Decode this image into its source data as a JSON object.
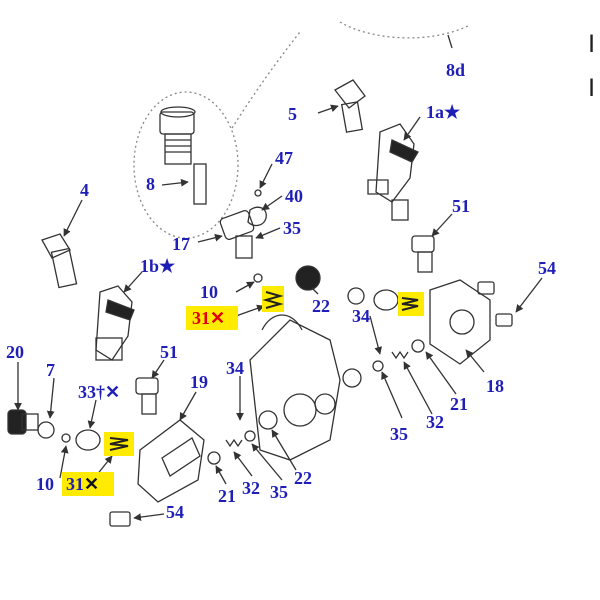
{
  "colors": {
    "callout_blue": "#1f1fb8",
    "highlight_yellow": "#ffeb00",
    "red_mark": "#e00000",
    "line": "#333333"
  },
  "callouts": [
    {
      "id": "8d",
      "text": "8d"
    },
    {
      "id": "5",
      "text": "5"
    },
    {
      "id": "1a",
      "text": "1a",
      "mark": "★"
    },
    {
      "id": "8",
      "text": "8"
    },
    {
      "id": "47",
      "text": "47"
    },
    {
      "id": "40",
      "text": "40"
    },
    {
      "id": "35a",
      "text": "35"
    },
    {
      "id": "17",
      "text": "17"
    },
    {
      "id": "4",
      "text": "4"
    },
    {
      "id": "51a",
      "text": "51"
    },
    {
      "id": "54a",
      "text": "54"
    },
    {
      "id": "1b",
      "text": "1b",
      "mark": "★"
    },
    {
      "id": "10a",
      "text": "10"
    },
    {
      "id": "22a",
      "text": "22"
    },
    {
      "id": "34a",
      "text": "34"
    },
    {
      "id": "20",
      "text": "20"
    },
    {
      "id": "7",
      "text": "7"
    },
    {
      "id": "51b",
      "text": "51"
    },
    {
      "id": "33",
      "text": "33†",
      "mark": "✕"
    },
    {
      "id": "19",
      "text": "19"
    },
    {
      "id": "34b",
      "text": "34"
    },
    {
      "id": "18",
      "text": "18"
    },
    {
      "id": "21a",
      "text": "21"
    },
    {
      "id": "35b",
      "text": "35"
    },
    {
      "id": "32a",
      "text": "32"
    },
    {
      "id": "10b",
      "text": "10"
    },
    {
      "id": "22b",
      "text": "22"
    },
    {
      "id": "21b",
      "text": "21"
    },
    {
      "id": "32b",
      "text": "32"
    },
    {
      "id": "35c",
      "text": "35"
    },
    {
      "id": "54b",
      "text": "54"
    }
  ],
  "highlighted_callouts": [
    {
      "id": "31a",
      "text": "31",
      "mark": "✕",
      "mark_color": "#e00000",
      "text_color": "#e00000"
    },
    {
      "id": "31b",
      "text": "31",
      "mark": "✕",
      "mark_color": "#111111",
      "text_color": "#1f1fb8"
    }
  ],
  "edge_glyphs": [
    {
      "id": "edge-top",
      "text": "I"
    },
    {
      "id": "edge-bottom",
      "text": "I"
    }
  ]
}
